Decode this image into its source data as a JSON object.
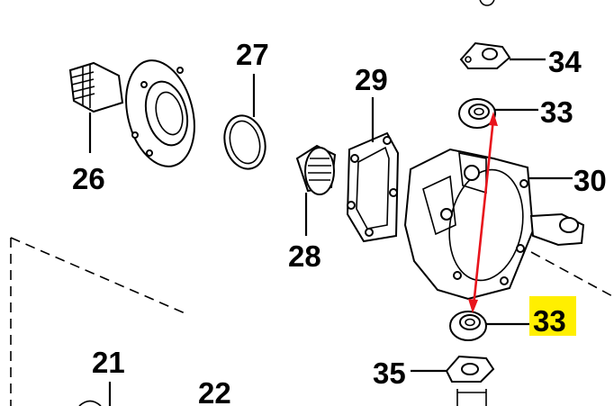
{
  "callouts": {
    "p26": "26",
    "p27": "27",
    "p28": "28",
    "p29": "29",
    "p30": "30",
    "p33_top": "33",
    "p33_bottom": "33",
    "p34": "34",
    "p35": "35",
    "p21": "21",
    "p22": "22"
  },
  "colors": {
    "arrow": "#e8141c",
    "highlight": "#ffef00",
    "ink": "#000000"
  },
  "highlighted_callout": "33"
}
